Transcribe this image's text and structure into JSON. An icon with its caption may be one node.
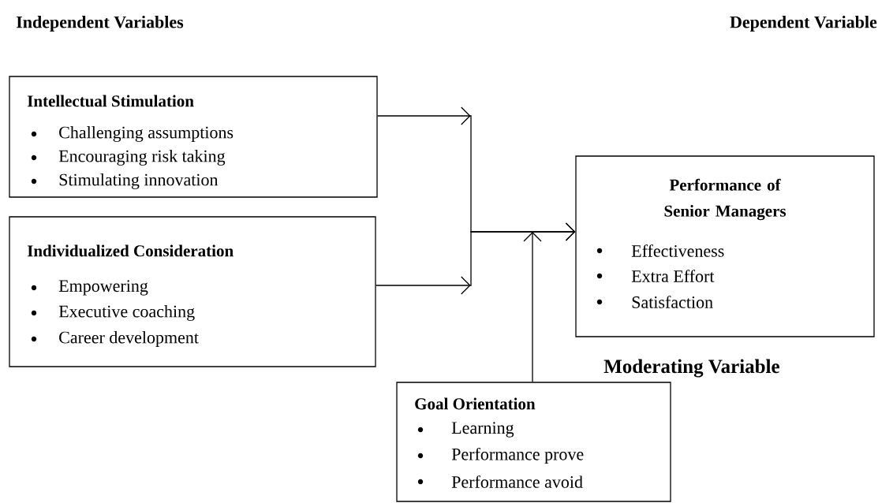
{
  "diagram": {
    "nodes": [
      {
        "text": [
          "Intellectual Stimulation",
          "Challenging assumptions",
          "Encouraging risk taking",
          "Stimulating innovation"
        ]
      },
      {
        "text": [
          "Individualized Consideration",
          "Empowering",
          "Executive coaching",
          "Career development"
        ]
      },
      {
        "text": [
          "Performance of Senior Managers",
          "Effectiveness",
          "Extra Effort",
          "Satisfaction"
        ]
      },
      {
        "text": [
          "Goal Orientation",
          "Learning",
          "Performance prove",
          "Performance avoid"
        ]
      }
    ],
    "edges": [
      {
        "from": 0,
        "to": 2,
        "arrow": "to"
      },
      {
        "from": 1,
        "to": 2,
        "arrow": "to"
      },
      {
        "from": 3,
        "to": null,
        "arrow": "to"
      }
    ],
    "labels": [
      "Independent Variables",
      "Dependent Variable",
      "Moderating Variable"
    ]
  }
}
